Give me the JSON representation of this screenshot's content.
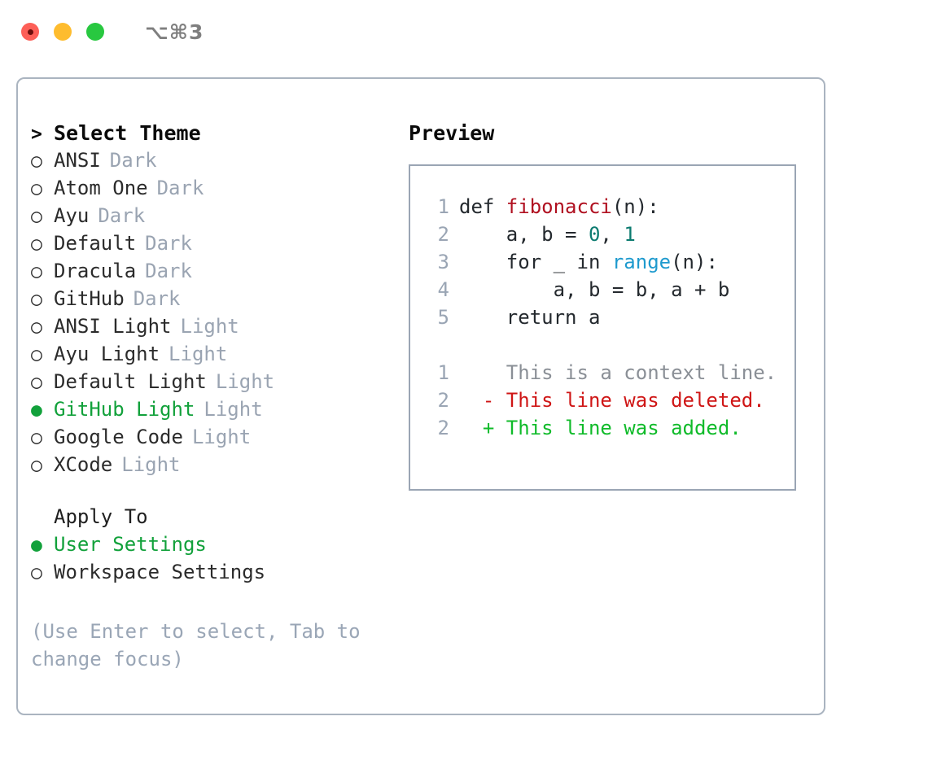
{
  "titlebar": {
    "shortcut": "⌥⌘3",
    "lights": [
      "close",
      "minimize",
      "maximize"
    ]
  },
  "theme_picker": {
    "heading": "Select Theme",
    "heading_marker": ">",
    "marker_unselected": "○",
    "marker_selected": "●",
    "items": [
      {
        "label": "ANSI",
        "tag": "Dark",
        "selected": false
      },
      {
        "label": "Atom One",
        "tag": "Dark",
        "selected": false
      },
      {
        "label": "Ayu",
        "tag": "Dark",
        "selected": false
      },
      {
        "label": "Default",
        "tag": "Dark",
        "selected": false
      },
      {
        "label": "Dracula",
        "tag": "Dark",
        "selected": false
      },
      {
        "label": "GitHub",
        "tag": "Dark",
        "selected": false
      },
      {
        "label": "ANSI Light",
        "tag": "Light",
        "selected": false
      },
      {
        "label": "Ayu Light",
        "tag": "Light",
        "selected": false
      },
      {
        "label": "Default Light",
        "tag": "Light",
        "selected": false
      },
      {
        "label": "GitHub Light",
        "tag": "Light",
        "selected": true
      },
      {
        "label": "Google Code",
        "tag": "Light",
        "selected": false
      },
      {
        "label": "XCode",
        "tag": "Light",
        "selected": false
      }
    ]
  },
  "apply_to": {
    "title": "Apply To",
    "options": [
      {
        "label": "User Settings",
        "selected": true
      },
      {
        "label": "Workspace Settings",
        "selected": false
      }
    ]
  },
  "hint": "(Use Enter to select, Tab to change focus)",
  "preview": {
    "title": "Preview",
    "code_lines": [
      {
        "no": "1",
        "indent": "",
        "parts": [
          {
            "t": "def ",
            "c": "plain"
          },
          {
            "t": "fibonacci",
            "c": "fn"
          },
          {
            "t": "(n):",
            "c": "plain"
          }
        ]
      },
      {
        "no": "2",
        "indent": "    ",
        "parts": [
          {
            "t": "a, b = ",
            "c": "plain"
          },
          {
            "t": "0",
            "c": "num"
          },
          {
            "t": ", ",
            "c": "plain"
          },
          {
            "t": "1",
            "c": "num"
          }
        ]
      },
      {
        "no": "3",
        "indent": "    ",
        "parts": [
          {
            "t": "for _ in ",
            "c": "plain"
          },
          {
            "t": "range",
            "c": "call"
          },
          {
            "t": "(n):",
            "c": "plain"
          }
        ]
      },
      {
        "no": "4",
        "indent": "        ",
        "parts": [
          {
            "t": "a, b = b, a + b",
            "c": "plain"
          }
        ]
      },
      {
        "no": "5",
        "indent": "    ",
        "parts": [
          {
            "t": "return a",
            "c": "plain"
          }
        ]
      }
    ],
    "diff_lines": [
      {
        "no": "1",
        "sign": " ",
        "text": "This is a context line.",
        "kind": "ctx"
      },
      {
        "no": "2",
        "sign": "-",
        "text": "This line was deleted.",
        "kind": "del"
      },
      {
        "no": "2",
        "sign": "+",
        "text": "This line was added.",
        "kind": "add"
      }
    ]
  },
  "colors": {
    "accent_green": "#12a13b",
    "border": "#aab4c0",
    "panel_border": "#9aa5b4",
    "muted": "#9aa4b2",
    "hint": "#9aa6b6",
    "fn": "#b01020",
    "num": "#0c7b70",
    "call": "#1e9ace",
    "diff_del": "#cf1616",
    "diff_add": "#10bb2a",
    "diff_ctx": "#8a8f96",
    "light_red": "#fd5f57",
    "light_yellow": "#febc2e",
    "light_green": "#28c840"
  }
}
